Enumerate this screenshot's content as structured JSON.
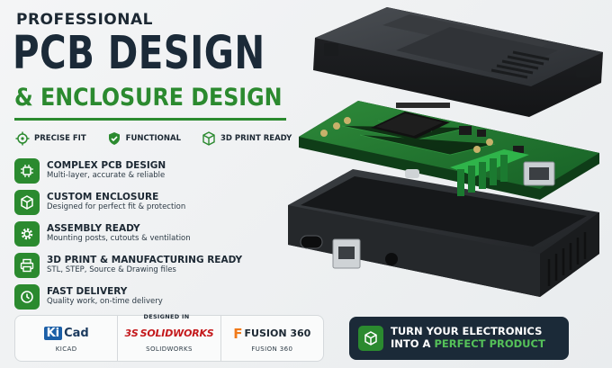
{
  "header": {
    "kicker": "PROFESSIONAL",
    "headline": "PCB DESIGN",
    "subhead": "& ENCLOSURE DESIGN"
  },
  "features": [
    {
      "label": "PRECISE FIT",
      "icon": "crosshair-icon"
    },
    {
      "label": "FUNCTIONAL",
      "icon": "shield-check-icon"
    },
    {
      "label": "3D PRINT READY",
      "icon": "cube-icon"
    }
  ],
  "services": [
    {
      "title": "COMPLEX PCB DESIGN",
      "desc": "Multi-layer, accurate & reliable",
      "icon": "chip-icon"
    },
    {
      "title": "CUSTOM ENCLOSURE",
      "desc": "Designed for perfect fit & protection",
      "icon": "box-icon"
    },
    {
      "title": "ASSEMBLY READY",
      "desc": "Mounting posts, cutouts & ventilation",
      "icon": "gear-icon"
    },
    {
      "title": "3D PRINT & MANUFACTURING READY",
      "desc": "STL, STEP, Source & Drawing files",
      "icon": "printer-icon"
    },
    {
      "title": "FAST DELIVERY",
      "desc": "Quality work, on-time delivery",
      "icon": "clock-icon"
    }
  ],
  "software": {
    "designed_in": "DESIGNED IN",
    "items": [
      {
        "logo_a": "Ki",
        "logo_b": "Cad",
        "caption": "KICAD"
      },
      {
        "logo_a": "3S",
        "logo_b": "SOLIDWORKS",
        "caption": "SOLIDWORKS"
      },
      {
        "logo_a": "F",
        "logo_b": "FUSION 360",
        "caption": "FUSION 360"
      }
    ]
  },
  "cta": {
    "line1": "TURN YOUR ELECTRONICS",
    "line2_a": "INTO A ",
    "line2_b": "PERFECT PRODUCT"
  },
  "colors": {
    "accent_green": "#2b8a2f",
    "navy": "#1b2a38",
    "pcb_green": "#1f6b2a",
    "enclosure": "#2b2e32"
  }
}
